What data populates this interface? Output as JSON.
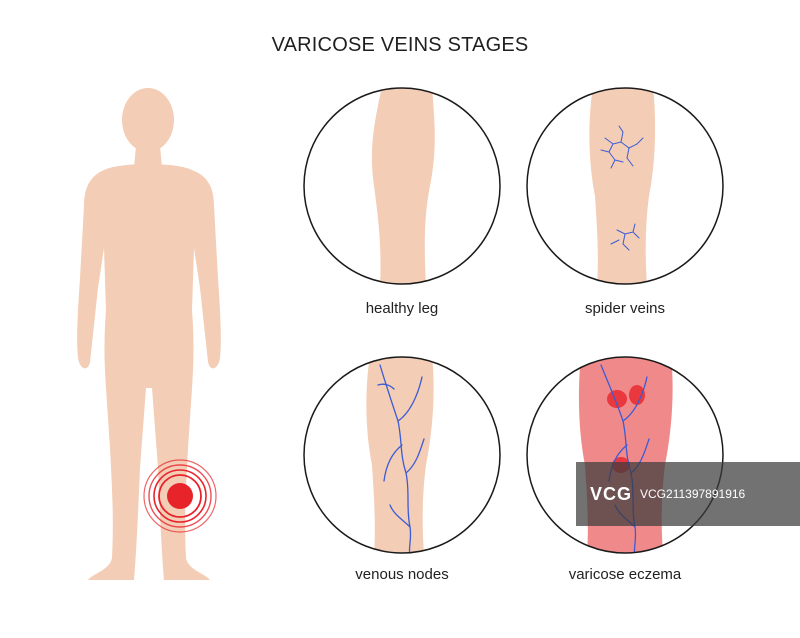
{
  "title": "VARICOSE VEINS STAGES",
  "colors": {
    "skin": "#f3cdb5",
    "vein": "#3b5bd6",
    "pain": "#e8242b",
    "eczema": "#f08a8a",
    "outline": "#1a1a1a"
  },
  "stages": [
    {
      "label": "healthy leg",
      "icon": "healthy-leg"
    },
    {
      "label": "spider veins",
      "icon": "spider-veins-leg"
    },
    {
      "label": "venous nodes",
      "icon": "venous-nodes-leg"
    },
    {
      "label": "varicose eczema",
      "icon": "varicose-eczema-leg"
    }
  ],
  "watermark": {
    "logo": "VCG",
    "id": "VCG211397891916"
  }
}
